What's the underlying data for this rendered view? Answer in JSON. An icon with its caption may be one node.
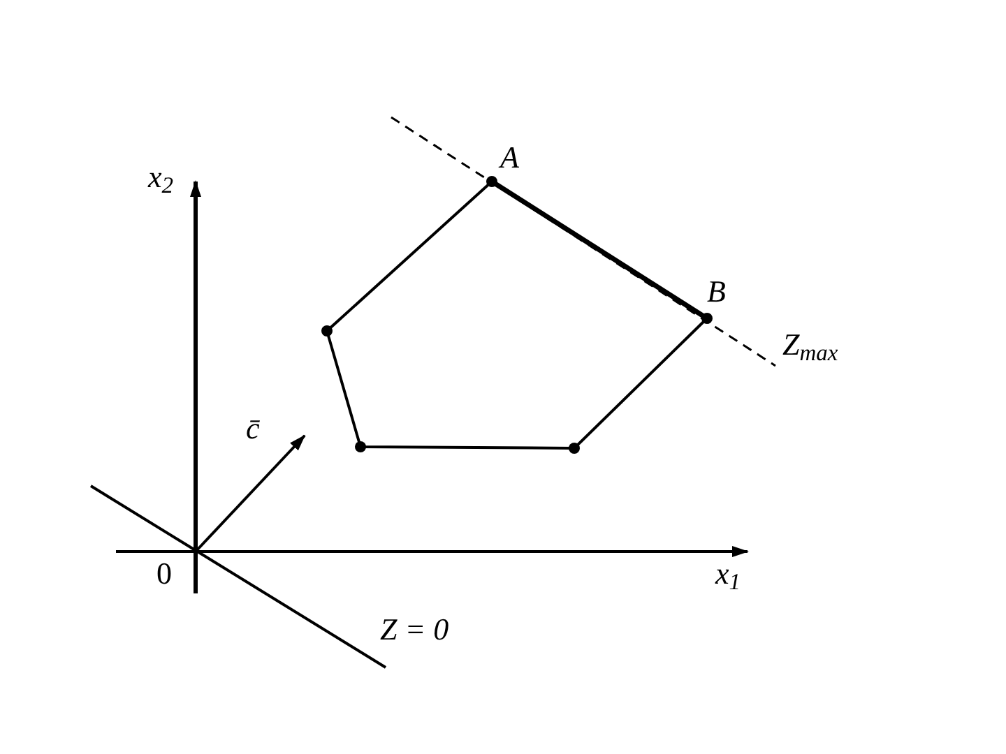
{
  "diagram": {
    "labels": [
      "x$_{2}$",
      "A",
      "B",
      "Z$_{max}$",
      "c̄",
      "0",
      "x$_{1}$",
      "Z = 0"
    ]
  }
}
